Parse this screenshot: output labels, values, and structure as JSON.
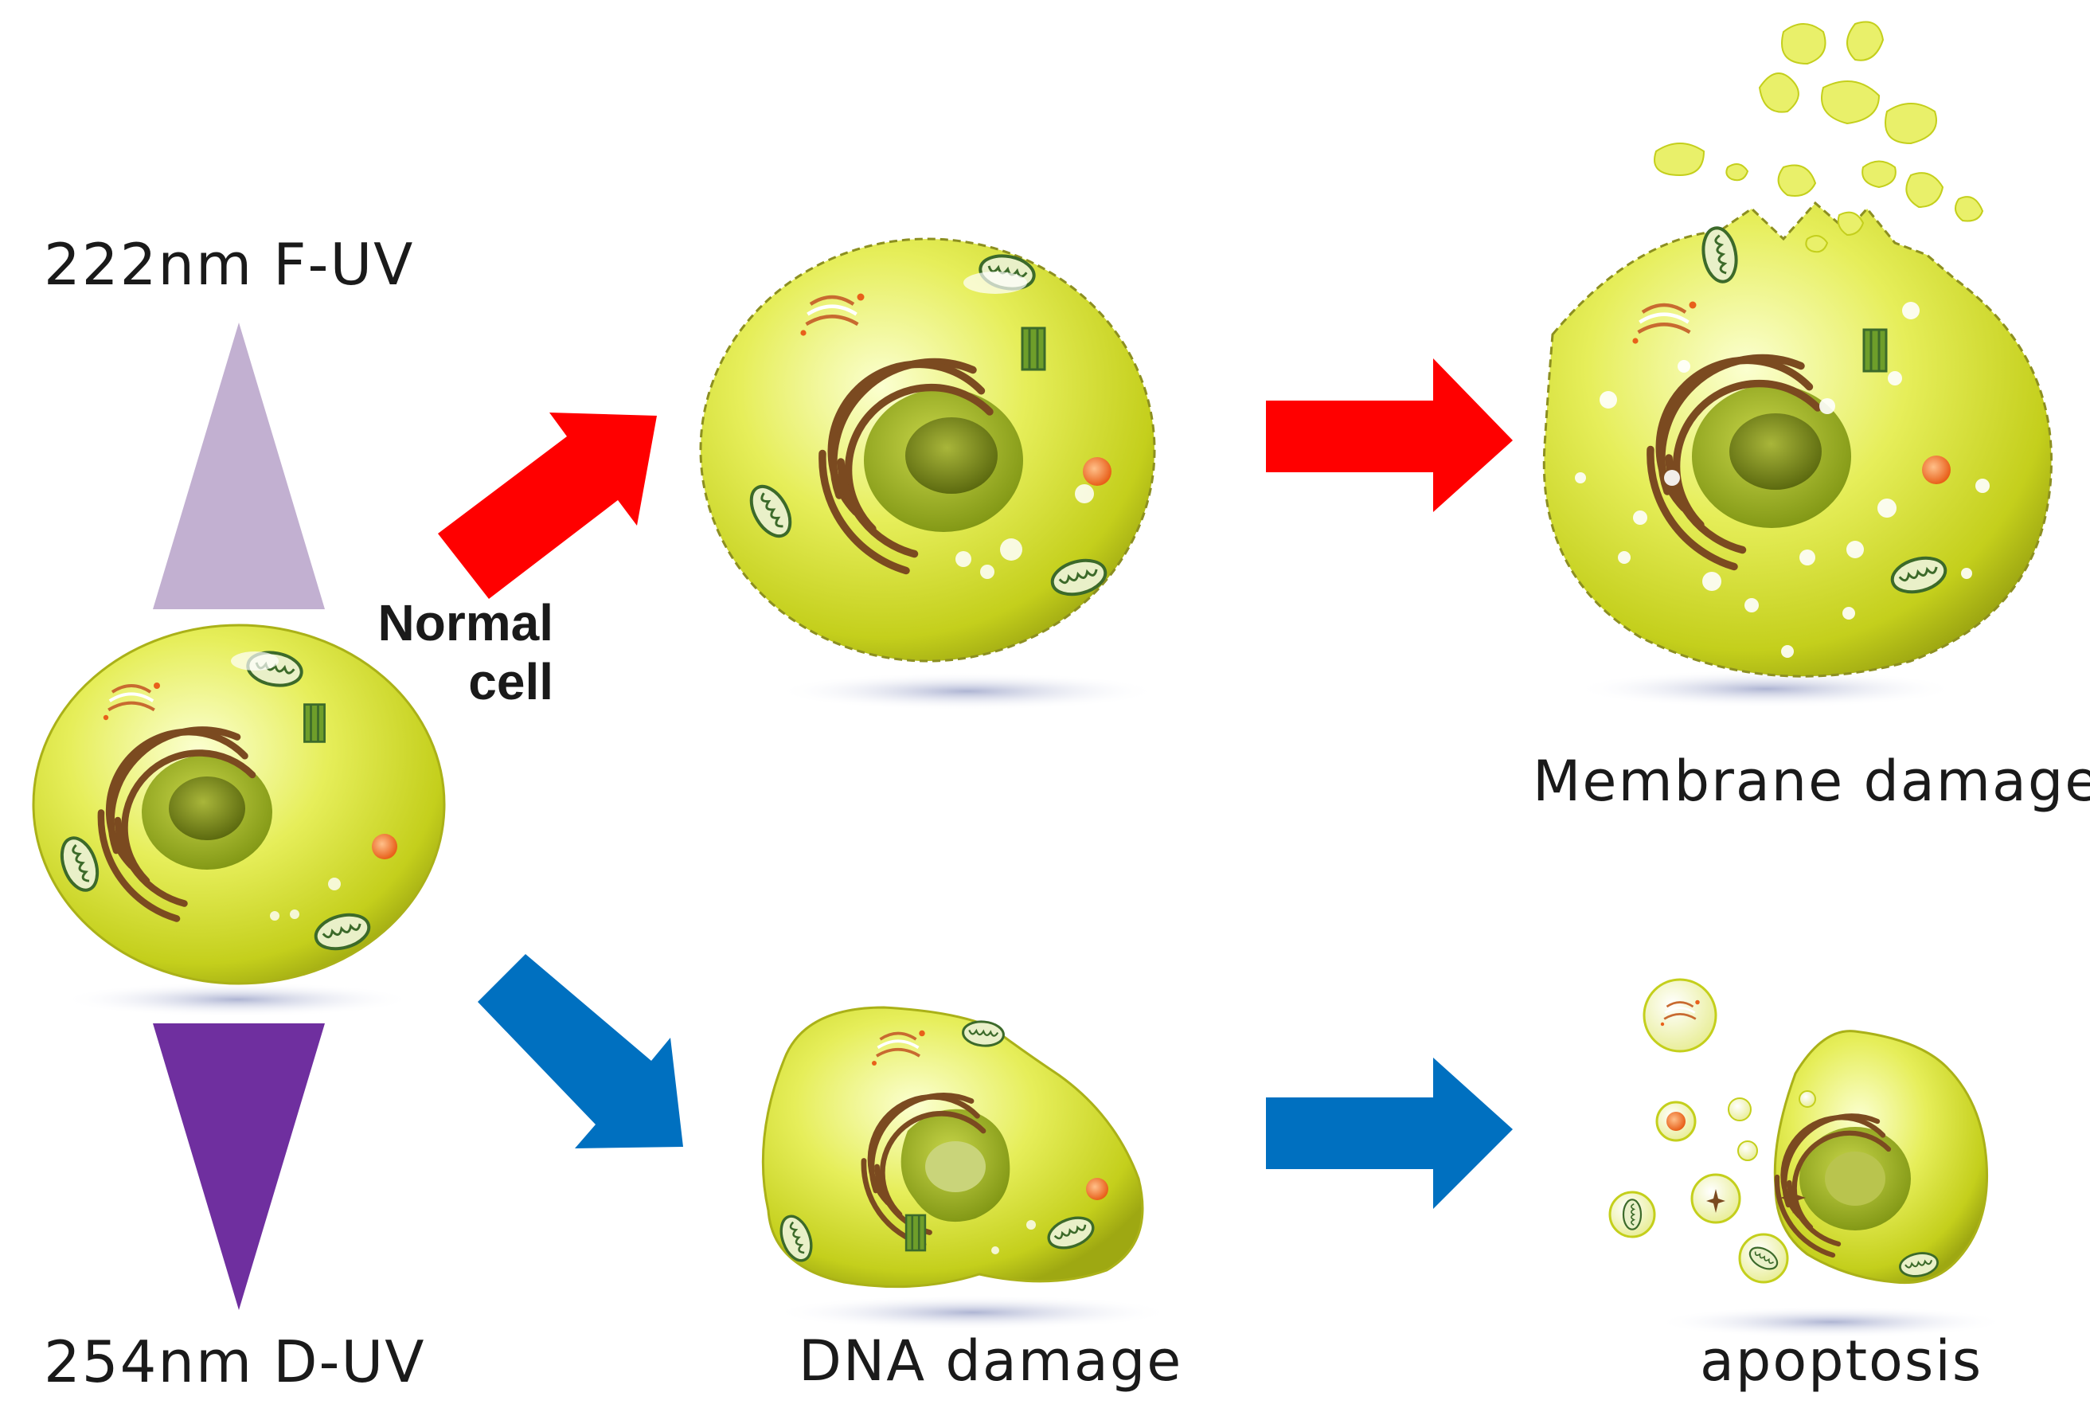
{
  "labels": {
    "f_uv": "222nm F-UV",
    "d_uv": "254nm D-UV",
    "normal_line1": "Normal",
    "normal_line2": "cell",
    "membrane_damage": "Membrane damage",
    "dna_damage": "DNA damage",
    "apoptosis": "apoptosis"
  },
  "colors": {
    "f_uv_triangle": "#c2b0d1",
    "d_uv_triangle": "#6f2f9f",
    "f_uv_arrow": "#ff0000",
    "d_uv_arrow": "#0070c0",
    "cytoplasm": "#d9e021",
    "nucleus": "#8aa015",
    "organelle_brown": "#7b4a20"
  }
}
